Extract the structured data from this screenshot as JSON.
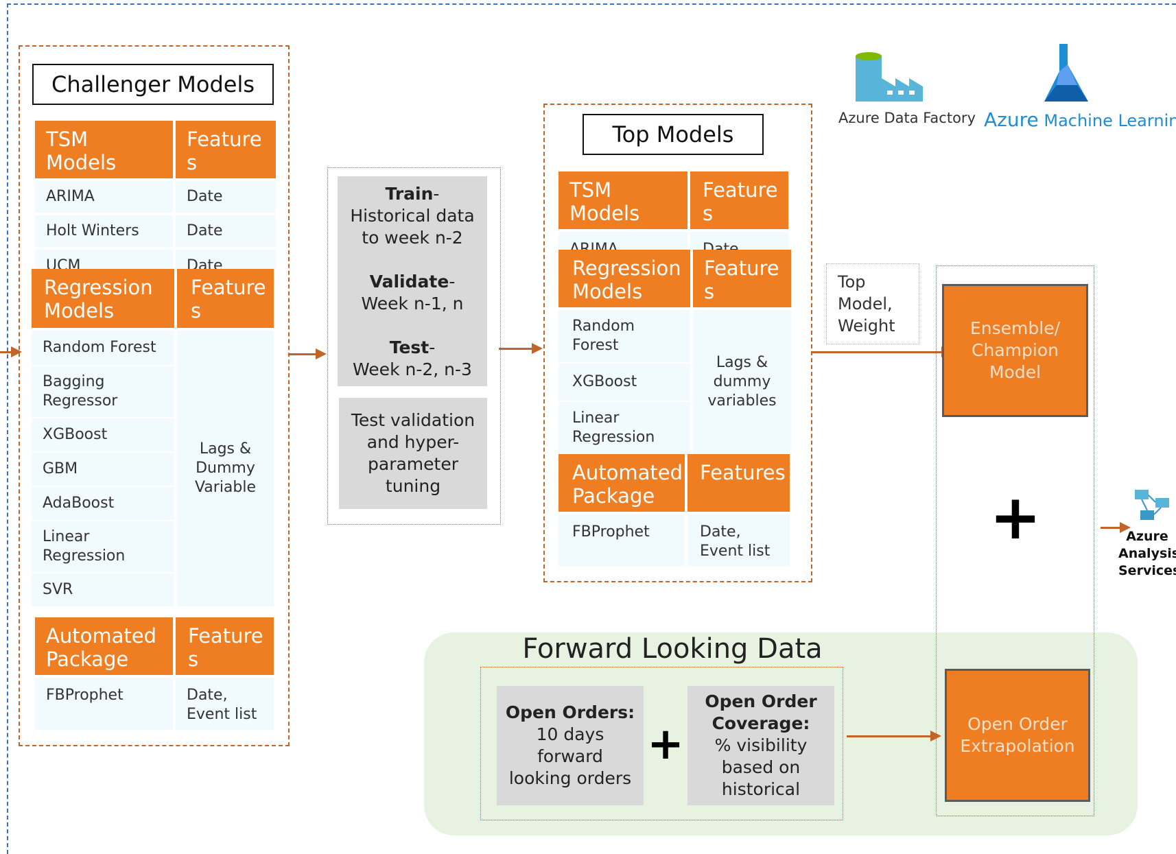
{
  "challenger": {
    "title": "Challenger Models",
    "tsm": {
      "header": "TSM Models",
      "feature_header_line1": "Feature",
      "feature_header_line2": "s",
      "rows": [
        {
          "model": "ARIMA",
          "feature": "Date"
        },
        {
          "model": "Holt Winters",
          "feature": "Date"
        },
        {
          "model": "UCM",
          "feature": "Date"
        }
      ]
    },
    "regression": {
      "header_line1": "Regression",
      "header_line2": "Models",
      "feature_header_line1": "Feature",
      "feature_header_line2": "s",
      "models": [
        {
          "line1": "Random Forest",
          "line2": ""
        },
        {
          "line1": "Bagging",
          "line2": "Regressor"
        },
        {
          "line1": "XGBoost",
          "line2": ""
        },
        {
          "line1": "GBM",
          "line2": ""
        },
        {
          "line1": "AdaBoost",
          "line2": ""
        },
        {
          "line1": "Linear",
          "line2": "Regression"
        },
        {
          "line1": "SVR",
          "line2": ""
        }
      ],
      "features_line1": "Lags &",
      "features_line2": "Dummy",
      "features_line3": "Variable"
    },
    "automated": {
      "header_line1": "Automated",
      "header_line2": "Package",
      "feature_header_line1": "Feature",
      "feature_header_line2": "s",
      "model": "FBProphet",
      "feature_line1": "Date,",
      "feature_line2": "Event list"
    }
  },
  "process": {
    "train_bold": "Train",
    "train_dash": "-",
    "train_line2": "Historical data",
    "train_line3": "to week n-2",
    "validate_bold": "Validate",
    "validate_dash": "-",
    "validate_line2": "Week n-1, n",
    "test_bold": "Test",
    "test_dash": "-",
    "test_line2": "Week n-2,  n-3",
    "tuning_line1": "Test validation",
    "tuning_line2": "and  hyper-",
    "tuning_line3": "parameter",
    "tuning_line4": "tuning"
  },
  "top_models": {
    "title": "Top  Models",
    "tsm": {
      "header_line1": "TSM",
      "header_line2": "Models",
      "feature_header_line1": "Feature",
      "feature_header_line2": "s",
      "peek_model": "ARIMA",
      "peek_feature": "Date"
    },
    "regression": {
      "header_line1": "Regression",
      "header_line2": "Models",
      "feature_header_line1": "Feature",
      "feature_header_line2": "s",
      "models": [
        {
          "line1": "Random",
          "line2": "Forest"
        },
        {
          "line1": "XGBoost",
          "line2": ""
        },
        {
          "line1": "Linear",
          "line2": "Regression"
        }
      ],
      "features_line1": "Lags &",
      "features_line2": "dummy",
      "features_line3": "variables"
    },
    "automated": {
      "header_line1": "Automated",
      "header_line2": "Package",
      "feature_header": "Features",
      "model": "FBProphet",
      "feature_line1": "Date,",
      "feature_line2": "Event list"
    }
  },
  "top_model_weight": {
    "line1": "Top",
    "line2": "Model,",
    "line3": "Weight"
  },
  "ensemble": {
    "line1": "Ensemble/",
    "line2": "Champion",
    "line3": "Model"
  },
  "plus_symbol": "+",
  "open_order_extrapolation": {
    "line1": "Open Order",
    "line2": "Extrapolation"
  },
  "forward_looking": {
    "title": "Forward Looking Data",
    "open_orders": {
      "bold": "Open Orders:",
      "line2": "10 days",
      "line3": "forward",
      "line4": "looking orders"
    },
    "coverage": {
      "bold1": "Open Order",
      "bold2": "Coverage:",
      "line3": "% visibility",
      "line4": "based on",
      "line5": "historical"
    }
  },
  "logos": {
    "data_factory": {
      "label": "Azure Data Factory",
      "icon": "factory-icon"
    },
    "machine_learning": {
      "label_part1": "Azure",
      "label_part2": " Machine Learning",
      "icon": "flask-icon"
    },
    "analysis_services": {
      "line1": "Azure",
      "line2": "Analysis",
      "line3": "Services",
      "icon": "cube-network-icon"
    }
  },
  "colors": {
    "orange": "#ef7d22",
    "arrow": "#c0642a",
    "blue_dash": "#3a6fc4",
    "gray": "#d9d9d9",
    "light_cell": "#f1fafd",
    "green_bg": "#e8f2e1",
    "azure_blue": "#1f8dd6"
  }
}
